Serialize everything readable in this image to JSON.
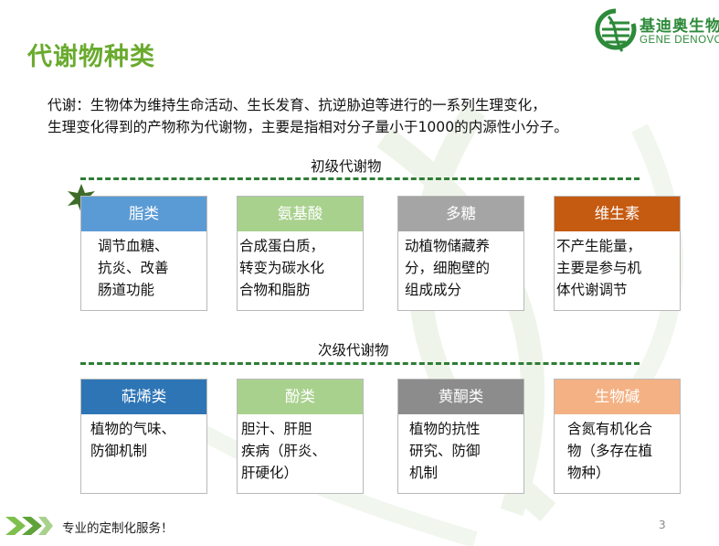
{
  "slide": {
    "title": "代谢物种类",
    "logo": {
      "cn": "基迪奥生物",
      "en": "GENE DENOVO"
    },
    "intro_lines": [
      "代谢：生物体为维持生命活动、生长发育、抗逆胁迫等进行的一系列生理变化，",
      "生理变化得到的产物称为代谢物，主要是指相对分子量小于1000的内源性小分子。"
    ],
    "primary": {
      "label": "初级代谢物",
      "cards": [
        {
          "name": "脂类",
          "color": "#5b9bd5",
          "lines": [
            "调节血糖、",
            "抗炎、改善",
            "肠道功能"
          ]
        },
        {
          "name": "氨基酸",
          "color": "#a9d18e",
          "lines": [
            "合成蛋白质，",
            "转变为碳水化",
            "合物和脂肪"
          ]
        },
        {
          "name": "多糖",
          "color": "#a5a5a5",
          "lines": [
            "动植物储藏养",
            "分，细胞壁的",
            "组成成分"
          ]
        },
        {
          "name": "维生素",
          "color": "#c55a11",
          "lines": [
            "不产生能量，",
            "主要是参与机",
            "体代谢调节"
          ]
        }
      ]
    },
    "secondary": {
      "label": "次级代谢物",
      "cards": [
        {
          "name": "萜烯类",
          "color": "#2e75b6",
          "lines": [
            "植物的气味、",
            "防御机制"
          ]
        },
        {
          "name": "酚类",
          "color": "#a9d18e",
          "lines": [
            "胆汁、肝胆",
            "疾病（肝炎、",
            "肝硬化）"
          ]
        },
        {
          "name": "黄酮类",
          "color": "#8c8c8c",
          "lines": [
            "植物的抗性",
            "研究、防御",
            "机制"
          ]
        },
        {
          "name": "生物碱",
          "color": "#f4b183",
          "lines": [
            "含氮有机化合",
            "物（多存在植",
            "物种）"
          ]
        }
      ]
    },
    "footer": {
      "slogan": "专业的定制化服务！",
      "page": "3"
    },
    "colors": {
      "title_green": "#6aaa2e",
      "dash_green": "#2f7d36",
      "logo_green": "#2d8a3a"
    }
  }
}
